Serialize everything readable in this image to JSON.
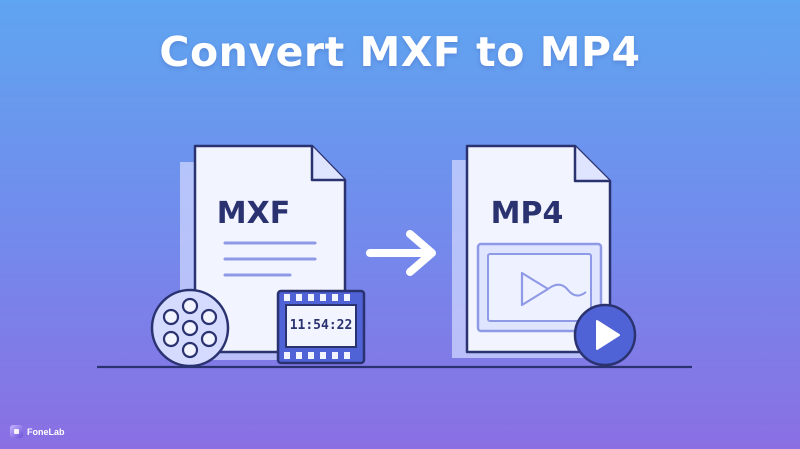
{
  "title": "Convert MXF to MP4",
  "source_file": {
    "format": "MXF"
  },
  "target_file": {
    "format": "MP4"
  },
  "filmstrip": {
    "timecode": "11:54:22"
  },
  "brand": {
    "name": "FoneLab"
  },
  "colors": {
    "background_top": "#5fa5f0",
    "background_bottom": "#8a6fe3",
    "ink": "#2a3270",
    "paper": "#f2f4ff",
    "shadow_doc": "#c9d3ff",
    "accent": "#4f63d6"
  },
  "icons": [
    "file-icon",
    "film-reel-icon",
    "filmstrip-icon",
    "arrow-right-icon",
    "video-frame-icon",
    "play-button-icon"
  ]
}
